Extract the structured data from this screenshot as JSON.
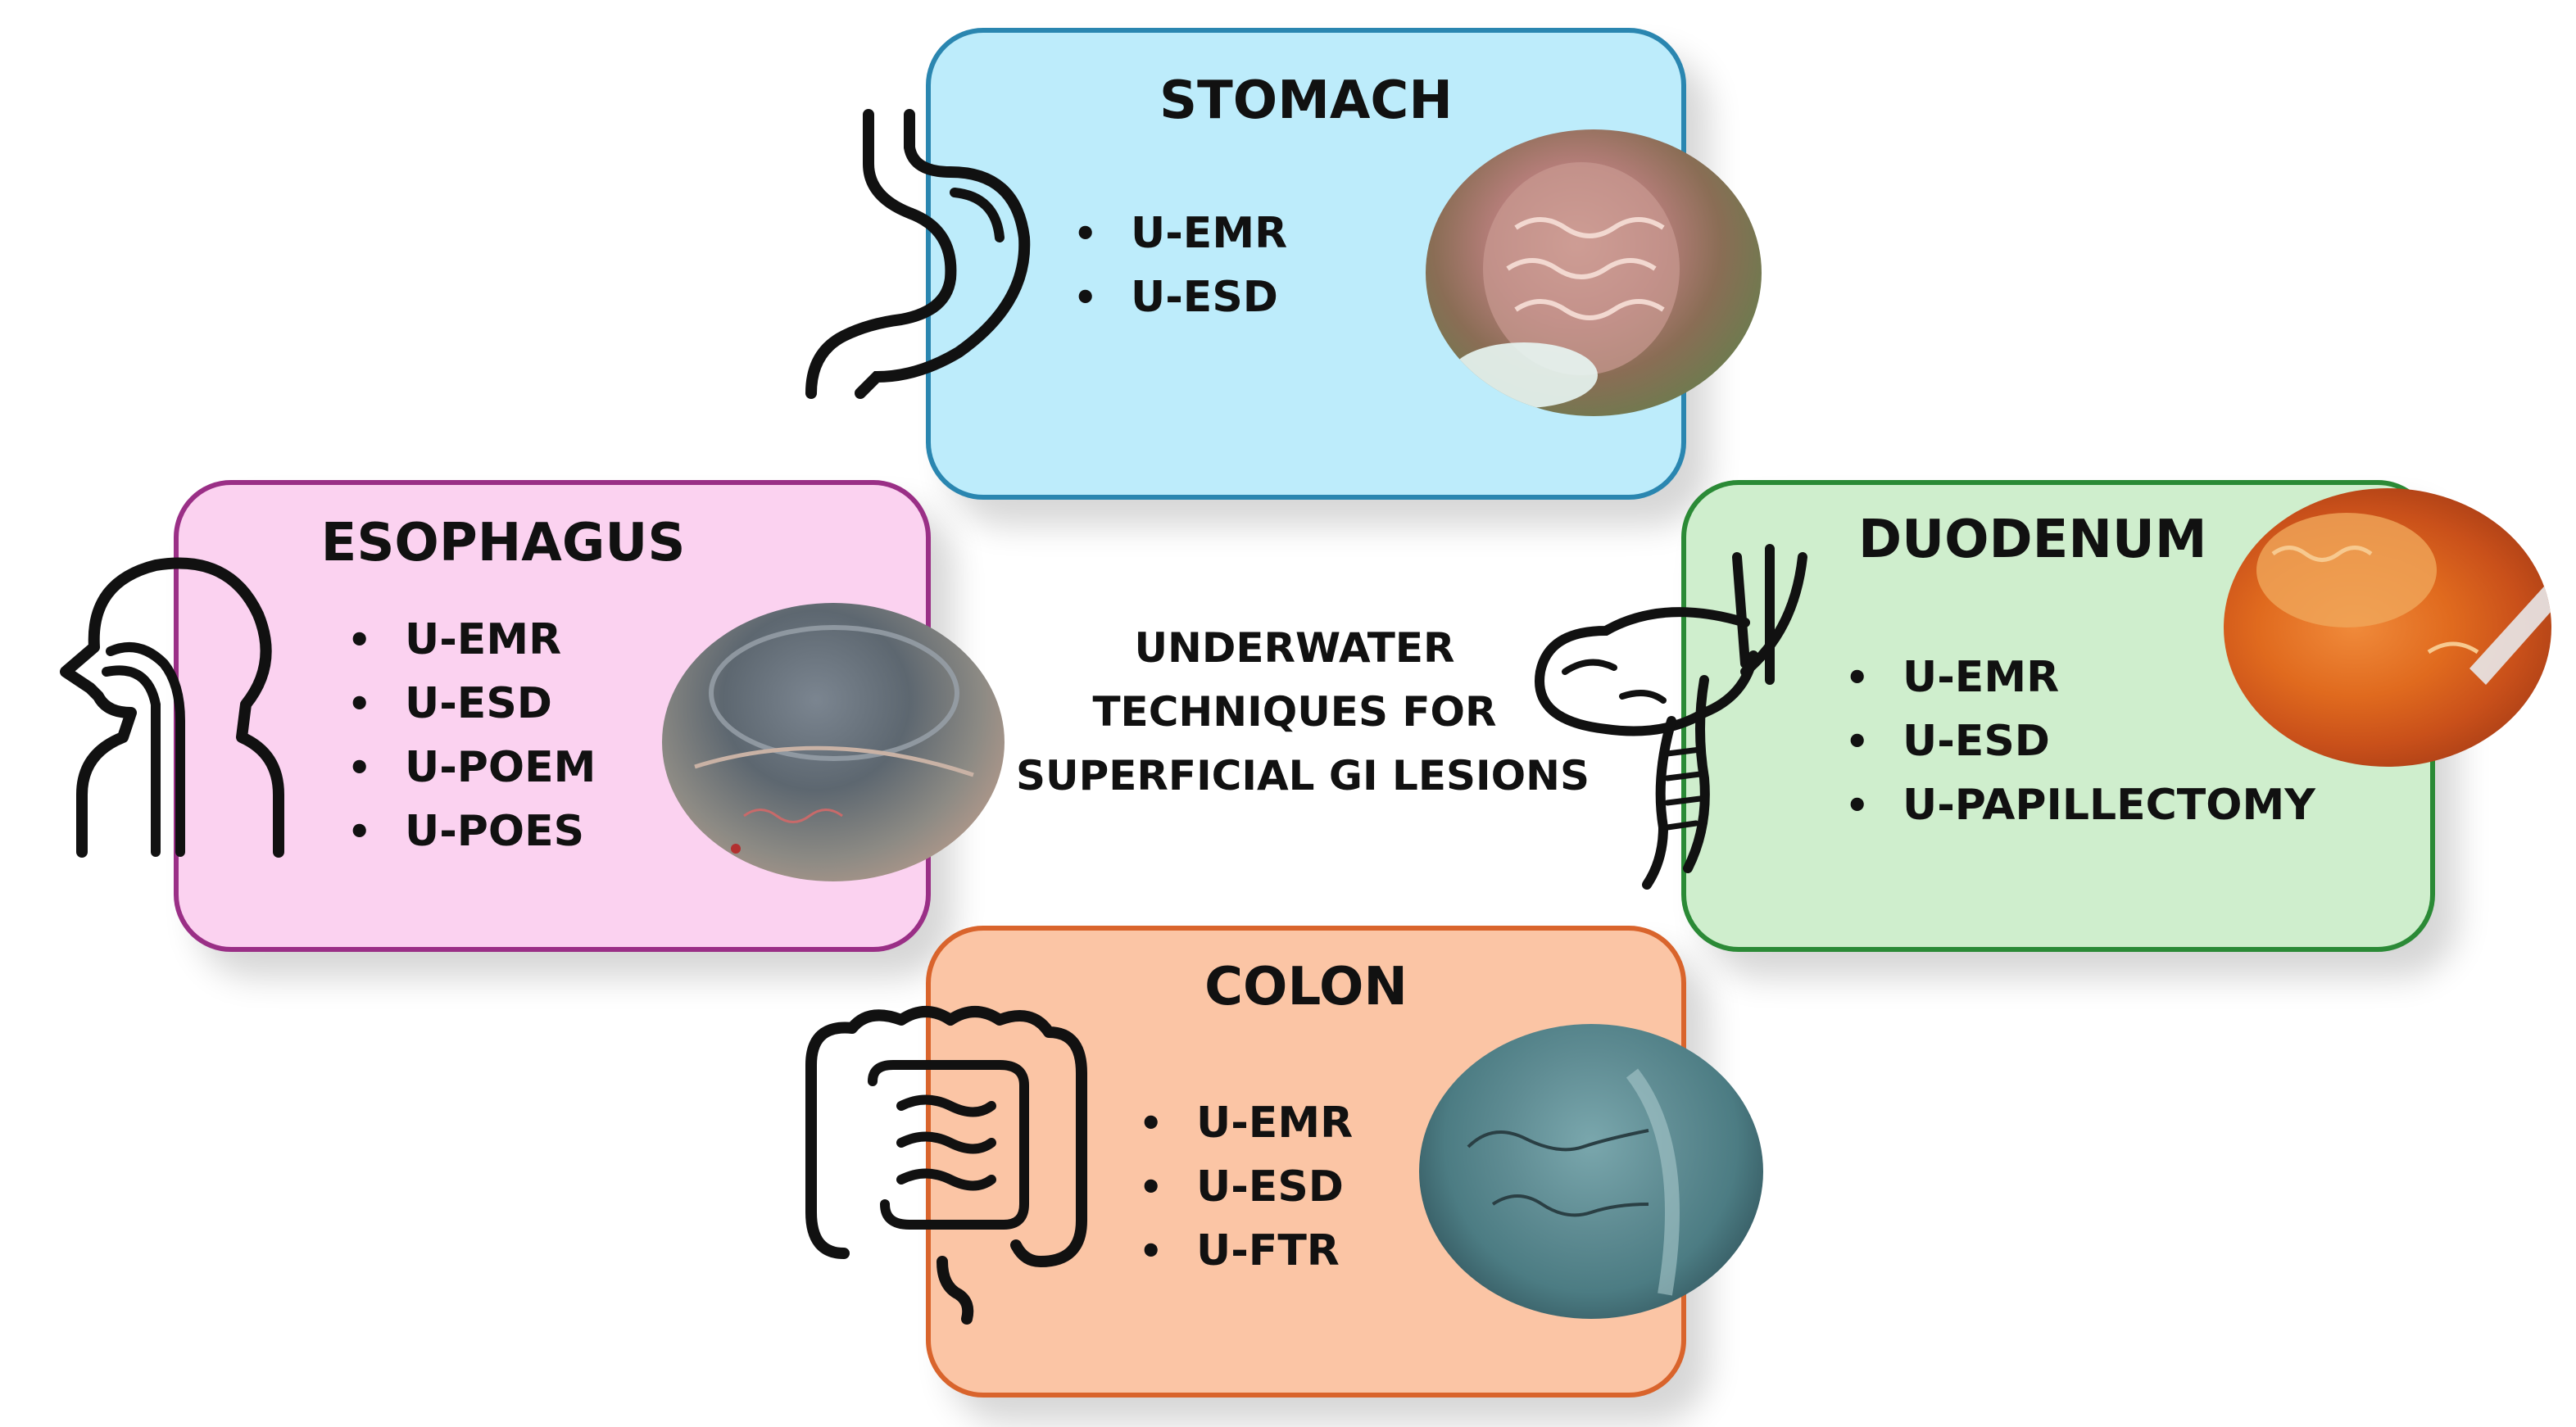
{
  "center": {
    "line1": "UNDERWATER",
    "line2": "TECHNIQUES FOR",
    "line3": "SUPERFICIAL GI LESIONS"
  },
  "cards": {
    "stomach": {
      "title": "STOMACH",
      "items": [
        "U-EMR",
        "U-ESD"
      ],
      "color": "#bdecfb",
      "border": "#2a86b0"
    },
    "esophagus": {
      "title": "ESOPHAGUS",
      "items": [
        "U-EMR",
        "U-ESD",
        "U-POEM",
        "U-POES"
      ],
      "color": "#fbd2f0",
      "border": "#9a2f86"
    },
    "duodenum": {
      "title": "DUODENUM",
      "items": [
        "U-EMR",
        "U-ESD",
        "U-PAPILLECTOMY"
      ],
      "color": "#cfeecd",
      "border": "#2b8a36"
    },
    "colon": {
      "title": "COLON",
      "items": [
        "U-EMR",
        "U-ESD",
        "U-FTR"
      ],
      "color": "#fbc5a5",
      "border": "#d9642c"
    }
  },
  "icons": {
    "stomach": "stomach-icon",
    "esophagus": "human-head-esophagus-icon",
    "duodenum": "duodenum-pancreas-icon",
    "colon": "intestine-icon"
  },
  "photos": {
    "stomach": "endoscopic-image-stomach",
    "esophagus": "endoscopic-image-esophagus",
    "duodenum": "endoscopic-image-duodenum",
    "colon": "endoscopic-image-colon"
  }
}
